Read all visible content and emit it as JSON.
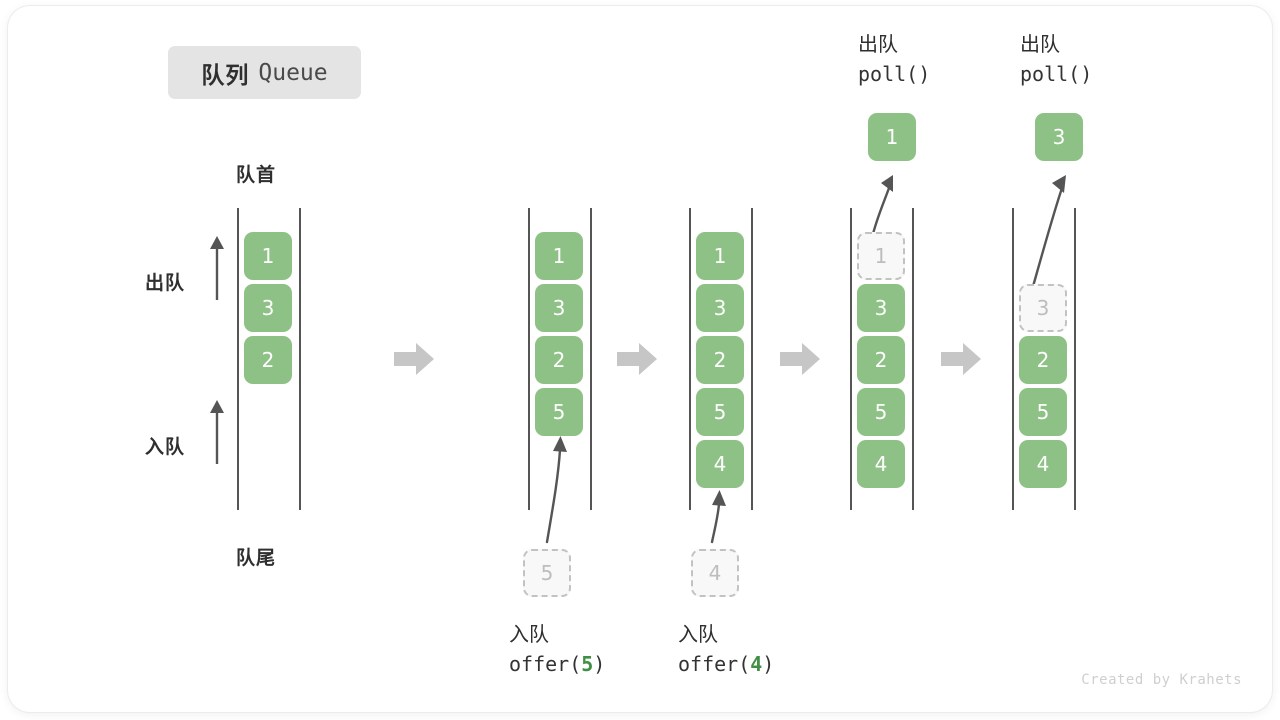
{
  "figure": {
    "title_cn": "队列",
    "title_en": "Queue",
    "watermark": "Created by Krahets"
  },
  "annotations": {
    "head_label": "队首",
    "tail_label": "队尾",
    "dequeue_label": "出队",
    "enqueue_label": "入队"
  },
  "colors": {
    "element_fill": "#8ec185",
    "element_text": "#ffffff",
    "ghost_fill": "#f8f8f8",
    "ghost_border": "#c2c2c2",
    "ghost_text": "#bdbdbd",
    "rail": "#555555",
    "flow_arrow": "#c6c6c6",
    "badge_bg": "#e4e4e4",
    "accent_text": "#3f8f45"
  },
  "stages": [
    {
      "id": "initial",
      "items": [
        "1",
        "3",
        "2"
      ],
      "ghost_index": -1,
      "operation": null
    },
    {
      "id": "after-offer-5",
      "items": [
        "1",
        "3",
        "2",
        "5"
      ],
      "ghost_index": -1,
      "operation": {
        "kind": "enqueue",
        "cn": "入队",
        "code_prefix": "offer(",
        "code_arg": "5",
        "code_suffix": ")",
        "incoming_value": "5"
      }
    },
    {
      "id": "after-offer-4",
      "items": [
        "1",
        "3",
        "2",
        "5",
        "4"
      ],
      "ghost_index": -1,
      "operation": {
        "kind": "enqueue",
        "cn": "入队",
        "code_prefix": "offer(",
        "code_arg": "4",
        "code_suffix": ")",
        "incoming_value": "4"
      }
    },
    {
      "id": "poll-1",
      "items": [
        "1",
        "3",
        "2",
        "5",
        "4"
      ],
      "ghost_index": 0,
      "operation": {
        "kind": "dequeue",
        "cn": "出队",
        "code": "poll()",
        "outgoing_value": "1"
      }
    },
    {
      "id": "poll-3",
      "items": [
        "3",
        "2",
        "5",
        "4"
      ],
      "ghost_index": 0,
      "operation": {
        "kind": "dequeue",
        "cn": "出队",
        "code": "poll()",
        "outgoing_value": "3"
      }
    }
  ],
  "flow_arrows_count": 4
}
